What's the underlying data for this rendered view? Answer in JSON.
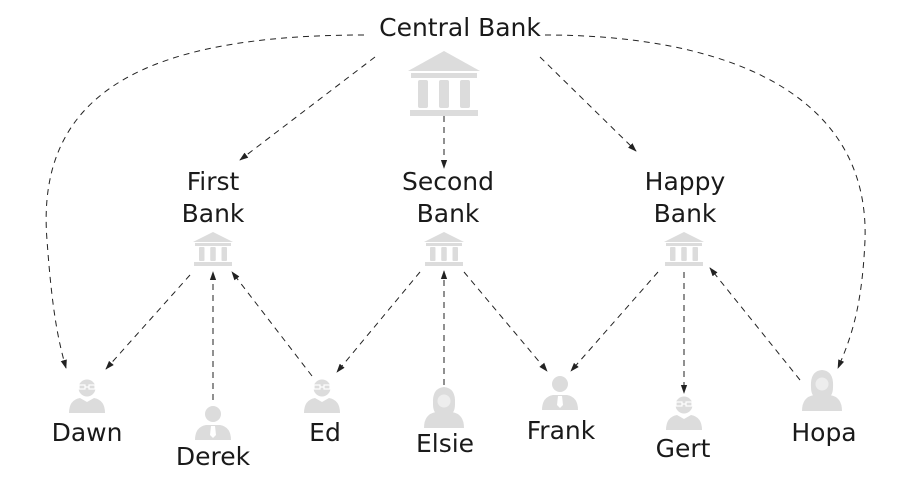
{
  "diagram": {
    "central": {
      "label": "Central Bank",
      "icon": "bank-icon"
    },
    "banks": [
      {
        "lines": [
          "First",
          "Bank"
        ],
        "icon": "bank-icon"
      },
      {
        "lines": [
          "Second",
          "Bank"
        ],
        "icon": "bank-icon"
      },
      {
        "lines": [
          "Happy",
          "Bank"
        ],
        "icon": "bank-icon"
      }
    ],
    "people": [
      {
        "name": "Dawn",
        "icon": "person-glasses-icon"
      },
      {
        "name": "Derek",
        "icon": "person-tie-icon"
      },
      {
        "name": "Ed",
        "icon": "person-glasses-icon"
      },
      {
        "name": "Elsie",
        "icon": "person-woman-icon"
      },
      {
        "name": "Frank",
        "icon": "person-tie-icon"
      },
      {
        "name": "Gert",
        "icon": "person-glasses-icon"
      },
      {
        "name": "Hopa",
        "icon": "person-woman-icon"
      }
    ],
    "colors": {
      "icon": "#dcdcdc",
      "line": "#222222",
      "text": "#1a1a1a"
    }
  }
}
